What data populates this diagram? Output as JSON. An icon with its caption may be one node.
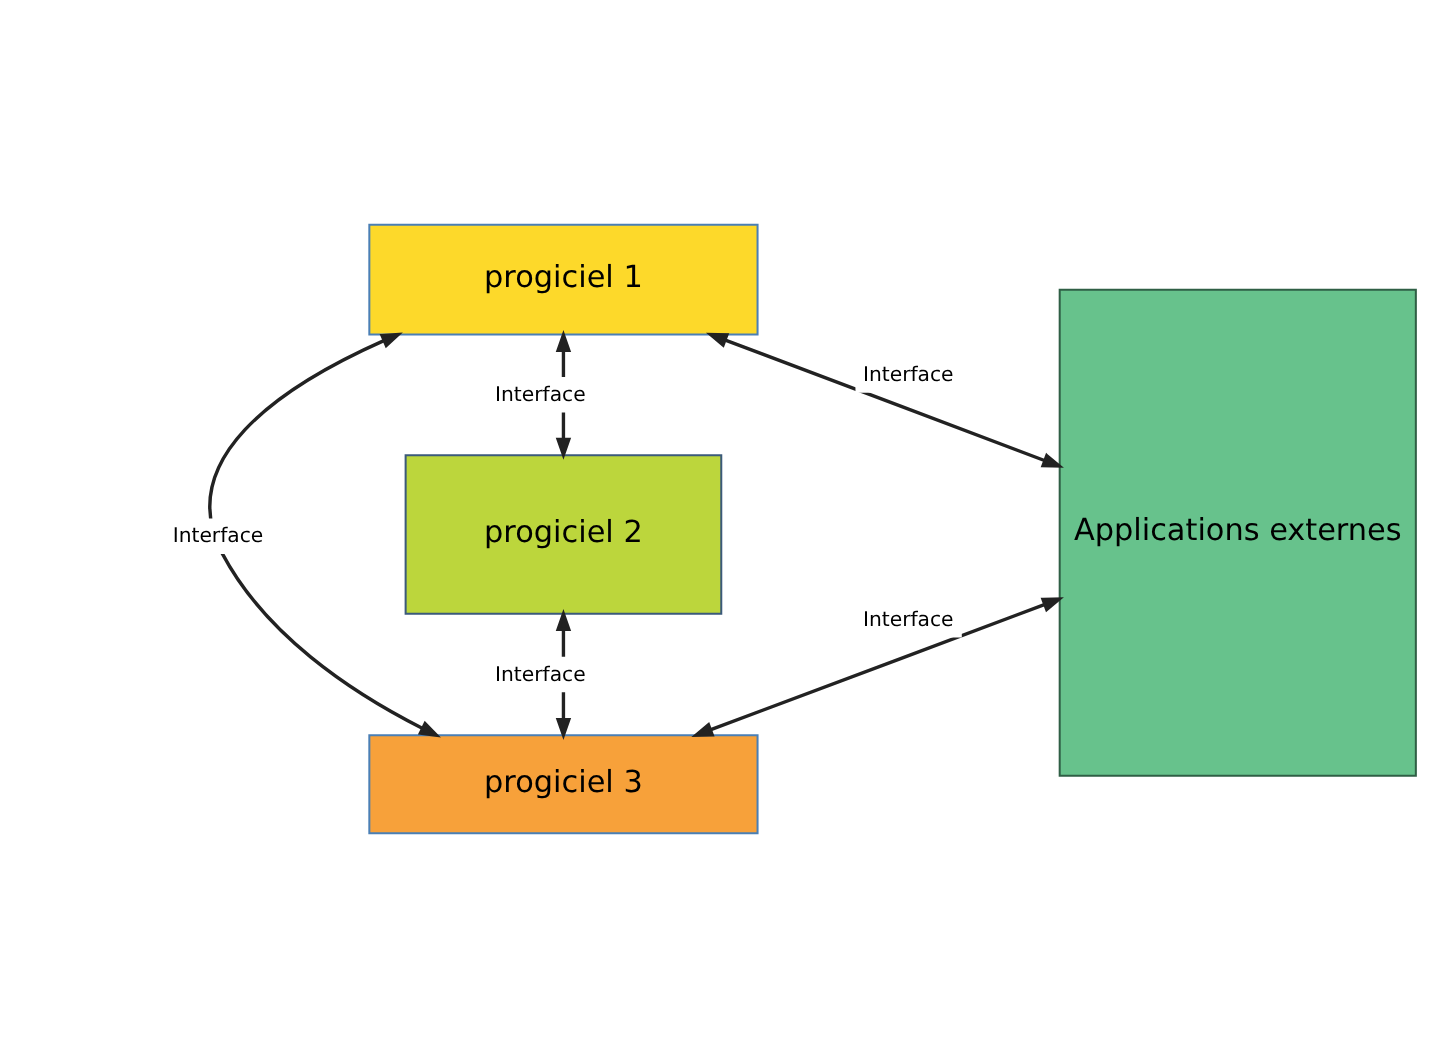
{
  "diagram": {
    "nodes": [
      {
        "text": [
          "progiciel 1"
        ]
      },
      {
        "text": [
          "progiciel 2"
        ]
      },
      {
        "text": [
          "progiciel 3"
        ]
      },
      {
        "text": [
          "Applications externes"
        ]
      }
    ],
    "edges": [
      {
        "from": 0,
        "to": 1,
        "arrow": "both",
        "label": "Interface"
      },
      {
        "from": 1,
        "to": 2,
        "arrow": "both",
        "label": "Interface"
      },
      {
        "from": 0,
        "to": 2,
        "arrow": "both",
        "label": "Interface"
      },
      {
        "from": 0,
        "to": 3,
        "arrow": "both",
        "label": "Interface"
      },
      {
        "from": 2,
        "to": 3,
        "arrow": "both",
        "label": "Interface"
      }
    ]
  }
}
